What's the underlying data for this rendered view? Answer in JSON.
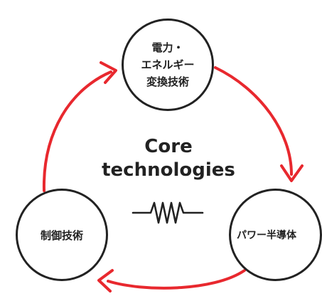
{
  "diagram": {
    "center_title": "Core\ntechnologies",
    "nodes": {
      "top": "電力・\nエネルギー\n変換技術",
      "left": "制御技術",
      "right": "パワー半導体"
    },
    "colors": {
      "arrow": "#e8282e",
      "stroke": "#222222",
      "background": "#ffffff"
    },
    "icons": {
      "center": "resistor-icon"
    }
  }
}
